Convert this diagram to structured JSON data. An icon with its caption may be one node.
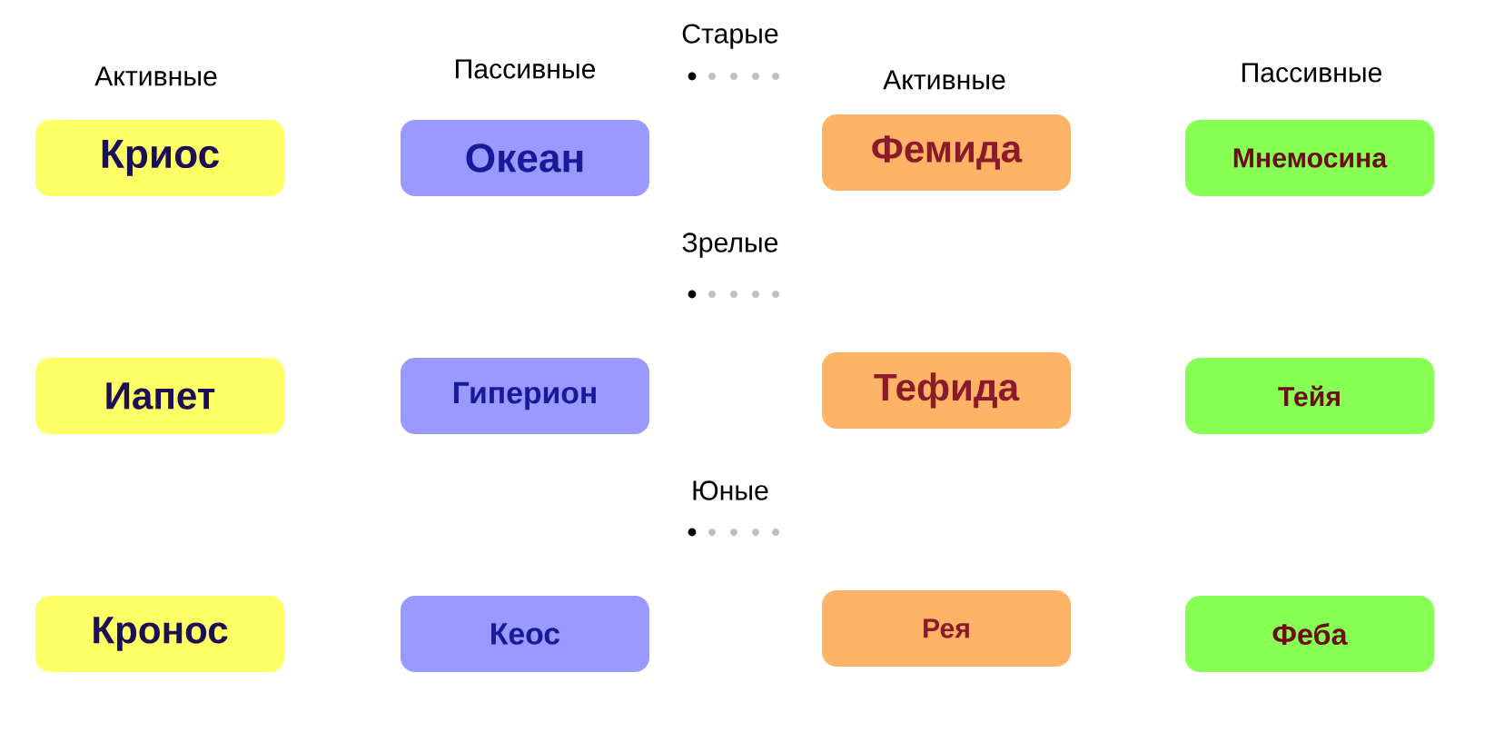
{
  "diagram": {
    "nodes": [
      {
        "text": [
          "Криос"
        ]
      },
      {
        "text": [
          "Океан"
        ]
      },
      {
        "text": [
          "Фемида"
        ]
      },
      {
        "text": [
          "Мнемосина"
        ]
      },
      {
        "text": [
          "Иапет"
        ]
      },
      {
        "text": [
          "Гиперион"
        ]
      },
      {
        "text": [
          "Тефида"
        ]
      },
      {
        "text": [
          "Тейя"
        ]
      },
      {
        "text": [
          "Кронос"
        ]
      },
      {
        "text": [
          "Кеос"
        ]
      },
      {
        "text": [
          "Рея"
        ]
      },
      {
        "text": [
          "Феба"
        ]
      }
    ],
    "labels": [
      "Старые",
      "Пассивные",
      "Активные",
      "Активные",
      "Пассивные",
      "Зрелые",
      "Юные"
    ]
  }
}
